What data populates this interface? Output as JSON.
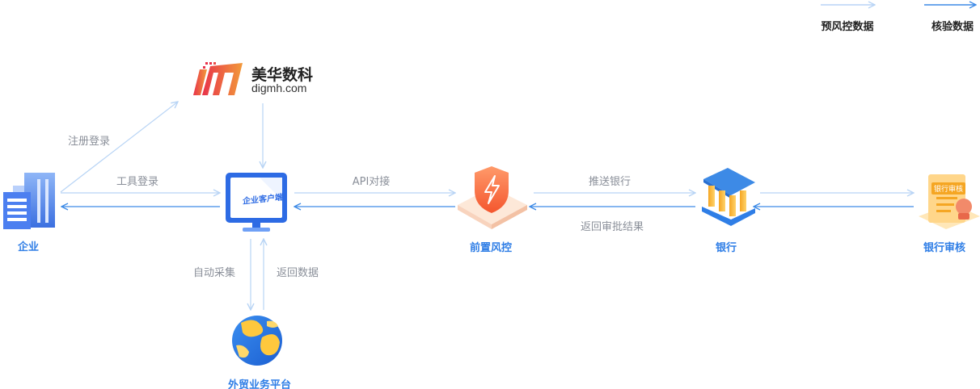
{
  "legend": {
    "pre_risk_data": "预风控数据",
    "verify_data": "核验数据"
  },
  "logo": {
    "name": "美华数科",
    "url": "digmh.com"
  },
  "nodes": {
    "enterprise": "企业",
    "client": "企业客户端",
    "pre_risk_control": "前置风控",
    "bank": "银行",
    "bank_review": "银行审核",
    "bank_review_doc": "银行审核",
    "trade_platform": "外贸业务平台"
  },
  "edges": {
    "register_login": "注册登录",
    "tool_login": "工具登录",
    "api_connect": "API对接",
    "push_bank": "推送银行",
    "return_result": "返回审批结果",
    "auto_collect": "自动采集",
    "return_data": "返回数据"
  },
  "colors": {
    "pre_risk_arrow": "#b8d4f5",
    "verify_arrow": "#3d8ae6",
    "node_label": "#2f7ee6"
  }
}
